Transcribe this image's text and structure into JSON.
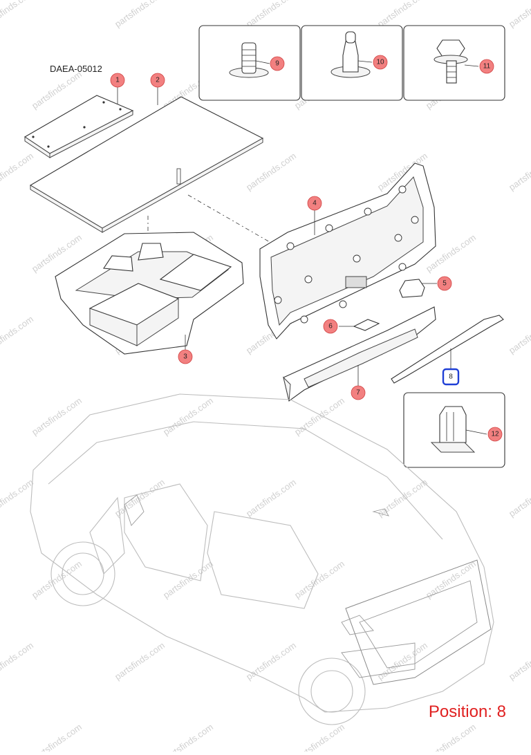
{
  "diagram": {
    "code": "DAEA-05012",
    "position_label": "Position: 8",
    "watermark_text": "partsfinds.com",
    "highlight_color": "#1f3fd6",
    "callout_color": "#f28080",
    "callouts": [
      "1",
      "2",
      "3",
      "4",
      "5",
      "6",
      "7",
      "8",
      "9",
      "10",
      "11",
      "12"
    ]
  }
}
